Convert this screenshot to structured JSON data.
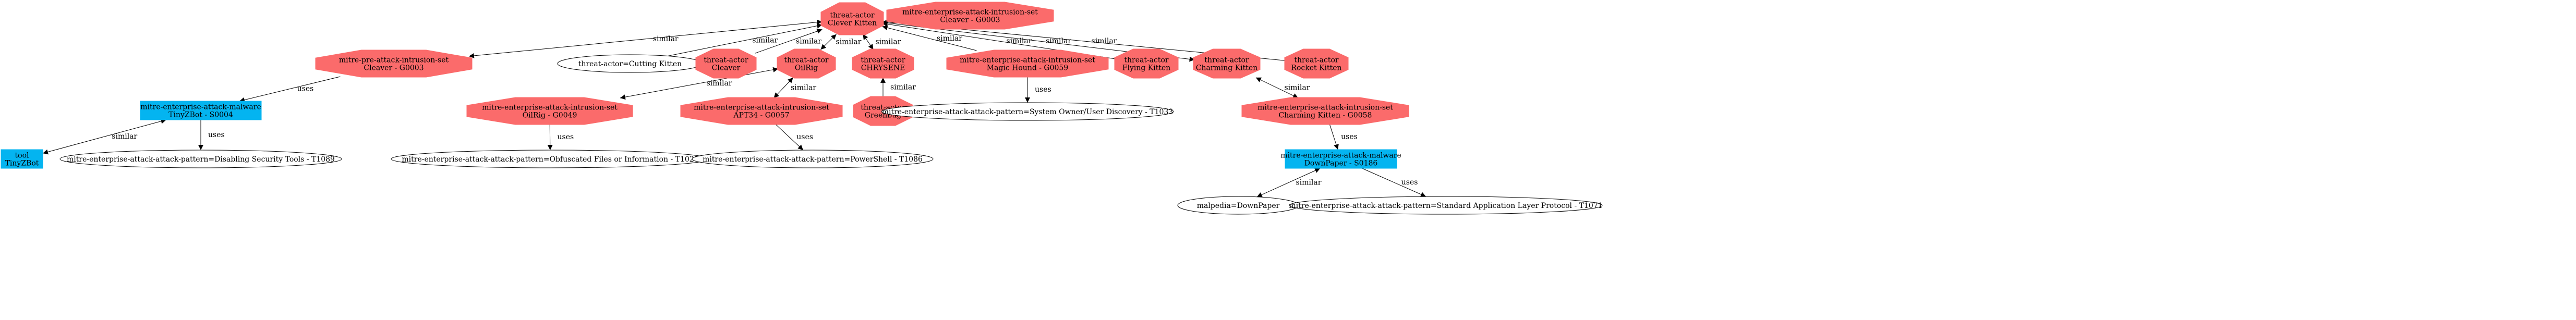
{
  "colors": {
    "threat_actor_fill": "#fb6b6b",
    "intrusion_set_fill": "#fb6b6b",
    "malware_fill": "#04b4f0",
    "tool_fill": "#04b4f0",
    "edge": "#000000",
    "ellipse_stroke": "#000000",
    "background": "#ffffff"
  },
  "nodes": [
    {
      "id": "clever_kitten",
      "kind": "threat-actor",
      "shape": "octagon",
      "lines": [
        "threat-actor",
        "Clever Kitten"
      ]
    },
    {
      "id": "cleaver_set_top",
      "kind": "intrusion-set",
      "shape": "octagon",
      "lines": [
        "mitre-enterprise-attack-intrusion-set",
        "Cleaver - G0003"
      ]
    },
    {
      "id": "pre_cleaver",
      "kind": "intrusion-set",
      "shape": "octagon",
      "lines": [
        "mitre-pre-attack-intrusion-set",
        "Cleaver - G0003"
      ]
    },
    {
      "id": "cutting_kitten",
      "kind": "label",
      "shape": "ellipse",
      "lines": [
        "threat-actor=Cutting Kitten"
      ]
    },
    {
      "id": "ta_cleaver",
      "kind": "threat-actor",
      "shape": "octagon",
      "lines": [
        "threat-actor",
        "Cleaver"
      ]
    },
    {
      "id": "ta_oilrig",
      "kind": "threat-actor",
      "shape": "octagon",
      "lines": [
        "threat-actor",
        "OilRig"
      ]
    },
    {
      "id": "ta_chrysene",
      "kind": "threat-actor",
      "shape": "octagon",
      "lines": [
        "threat-actor",
        "CHRYSENE"
      ]
    },
    {
      "id": "magic_hound",
      "kind": "intrusion-set",
      "shape": "octagon",
      "lines": [
        "mitre-enterprise-attack-intrusion-set",
        "Magic Hound - G0059"
      ]
    },
    {
      "id": "flying_kitten",
      "kind": "threat-actor",
      "shape": "octagon",
      "lines": [
        "threat-actor",
        "Flying Kitten"
      ]
    },
    {
      "id": "charming_kitten",
      "kind": "threat-actor",
      "shape": "octagon",
      "lines": [
        "threat-actor",
        "Charming Kitten"
      ]
    },
    {
      "id": "rocket_kitten",
      "kind": "threat-actor",
      "shape": "octagon",
      "lines": [
        "threat-actor",
        "Rocket Kitten"
      ]
    },
    {
      "id": "tinyzbot_malware",
      "kind": "malware",
      "shape": "box",
      "lines": [
        "mitre-enterprise-attack-malware",
        "TinyZBot - S0004"
      ]
    },
    {
      "id": "oilrig_set",
      "kind": "intrusion-set",
      "shape": "octagon",
      "lines": [
        "mitre-enterprise-attack-intrusion-set",
        "OilRig - G0049"
      ]
    },
    {
      "id": "apt34_set",
      "kind": "intrusion-set",
      "shape": "octagon",
      "lines": [
        "mitre-enterprise-attack-intrusion-set",
        "APT34 - G0057"
      ]
    },
    {
      "id": "greenbug",
      "kind": "threat-actor",
      "shape": "octagon",
      "lines": [
        "threat-actor",
        "Greenbug"
      ]
    },
    {
      "id": "system_owner",
      "kind": "label",
      "shape": "ellipse",
      "lines": [
        "mitre-enterprise-attack-attack-pattern=System Owner/User Discovery - T1033"
      ]
    },
    {
      "id": "charming_set",
      "kind": "intrusion-set",
      "shape": "octagon",
      "lines": [
        "mitre-enterprise-attack-intrusion-set",
        "Charming Kitten - G0058"
      ]
    },
    {
      "id": "tool_tinyzbot",
      "kind": "tool",
      "shape": "box",
      "lines": [
        "tool",
        "TinyZBot"
      ]
    },
    {
      "id": "disabling_tools",
      "kind": "label",
      "shape": "ellipse",
      "lines": [
        "mitre-enterprise-attack-attack-pattern=Disabling Security Tools - T1089"
      ]
    },
    {
      "id": "obfuscated",
      "kind": "label",
      "shape": "ellipse",
      "lines": [
        "mitre-enterprise-attack-attack-pattern=Obfuscated Files or Information - T1027"
      ]
    },
    {
      "id": "powershell",
      "kind": "label",
      "shape": "ellipse",
      "lines": [
        "mitre-enterprise-attack-attack-pattern=PowerShell - T1086"
      ]
    },
    {
      "id": "downpaper_malware",
      "kind": "malware",
      "shape": "box",
      "lines": [
        "mitre-enterprise-attack-malware",
        "DownPaper - S0186"
      ]
    },
    {
      "id": "malpedia_downpaper",
      "kind": "label",
      "shape": "ellipse",
      "lines": [
        "malpedia=DownPaper"
      ]
    },
    {
      "id": "app_layer",
      "kind": "label",
      "shape": "ellipse",
      "lines": [
        "mitre-enterprise-attack-attack-pattern=Standard Application Layer Protocol - T1071"
      ]
    }
  ],
  "edges": [
    {
      "from": "clever_kitten",
      "to": "pre_cleaver",
      "label": "similar",
      "arrows": "both"
    },
    {
      "from": "clever_kitten",
      "to": "cutting_kitten",
      "label": "similar",
      "arrows": "start"
    },
    {
      "from": "clever_kitten",
      "to": "ta_cleaver",
      "label": "similar",
      "arrows": "start"
    },
    {
      "from": "clever_kitten",
      "to": "ta_oilrig",
      "label": "similar",
      "arrows": "both"
    },
    {
      "from": "clever_kitten",
      "to": "ta_chrysene",
      "label": "similar",
      "arrows": "both"
    },
    {
      "from": "clever_kitten",
      "to": "magic_hound",
      "label": "similar",
      "arrows": "start"
    },
    {
      "from": "clever_kitten",
      "to": "flying_kitten",
      "label": "similar",
      "arrows": "start"
    },
    {
      "from": "clever_kitten",
      "to": "charming_kitten",
      "label": "similar",
      "arrows": "both"
    },
    {
      "from": "clever_kitten",
      "to": "rocket_kitten",
      "label": "similar",
      "arrows": "start"
    },
    {
      "from": "pre_cleaver",
      "to": "tinyzbot_malware",
      "label": "uses",
      "arrows": "end"
    },
    {
      "from": "ta_oilrig",
      "to": "oilrig_set",
      "label": "similar",
      "arrows": "both"
    },
    {
      "from": "ta_oilrig",
      "to": "apt34_set",
      "label": "similar",
      "arrows": "both"
    },
    {
      "from": "ta_chrysene",
      "to": "greenbug",
      "label": "similar",
      "arrows": "start"
    },
    {
      "from": "magic_hound",
      "to": "system_owner",
      "label": "uses",
      "arrows": "end"
    },
    {
      "from": "charming_kitten",
      "to": "charming_set",
      "label": "similar",
      "arrows": "both"
    },
    {
      "from": "tinyzbot_malware",
      "to": "tool_tinyzbot",
      "label": "similar",
      "arrows": "both"
    },
    {
      "from": "tinyzbot_malware",
      "to": "disabling_tools",
      "label": "uses",
      "arrows": "end"
    },
    {
      "from": "oilrig_set",
      "to": "obfuscated",
      "label": "uses",
      "arrows": "end"
    },
    {
      "from": "apt34_set",
      "to": "powershell",
      "label": "uses",
      "arrows": "end"
    },
    {
      "from": "charming_set",
      "to": "downpaper_malware",
      "label": "uses",
      "arrows": "end"
    },
    {
      "from": "downpaper_malware",
      "to": "malpedia_downpaper",
      "label": "similar",
      "arrows": "both"
    },
    {
      "from": "downpaper_malware",
      "to": "app_layer",
      "label": "uses",
      "arrows": "end"
    }
  ]
}
